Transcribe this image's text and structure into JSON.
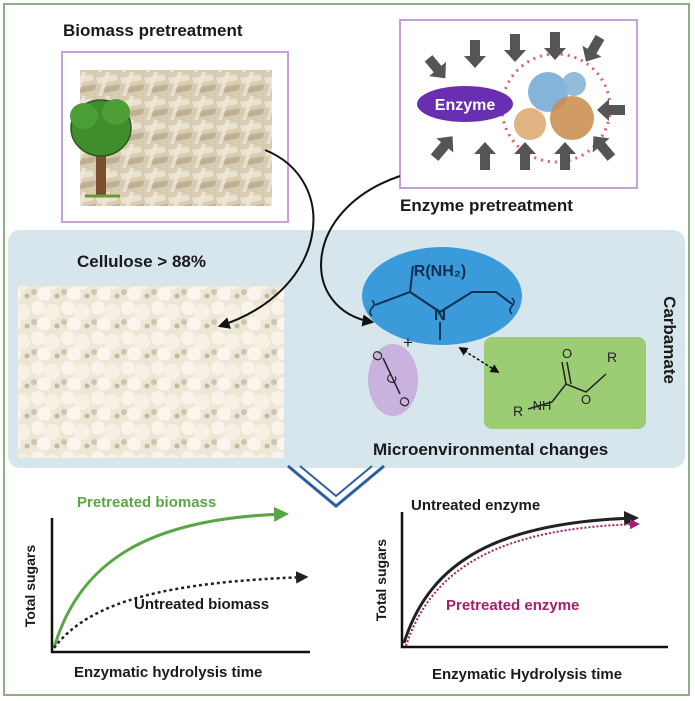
{
  "biomass_pretreatment": {
    "title": "Biomass pretreatment"
  },
  "enzyme_pretreatment": {
    "title": "Enzyme pretreatment",
    "enzyme_label": "Enzyme"
  },
  "middle_panel": {
    "cellulose_label": "Cellulose > 88%",
    "amine_label": "R(NH₂)",
    "amine_n": "N",
    "plus_sign": "+",
    "co2_o1": "O",
    "co2_c": "C",
    "co2_o2": "O",
    "carbamate_title": "Carbamate",
    "carbamate_o_double": "O",
    "carbamate_r_top": "R",
    "carbamate_o_single": "O",
    "carbamate_r_left": "R",
    "carbamate_nh": "NH",
    "microenv_label": "Microenvironmental changes"
  },
  "colors": {
    "panel_bg": "#d6e6ec",
    "amine_oval": "#3b9ad9",
    "co2_oval": "#c9b3de",
    "carbamate_box": "#9ccd75",
    "enzyme_oval": "#6a2fb0",
    "pretreated_biomass_line": "#5aa646",
    "pretreated_enzyme_text": "#a3206f",
    "chevron": "#2a5fa8",
    "frame": "#8fae86",
    "photo_frame": "#c7a0dc"
  },
  "left_plot": {
    "ylabel": "Total sugars",
    "xlabel": "Enzymatic hydrolysis time",
    "series_pretreated": "Pretreated biomass",
    "series_untreated": "Untreated biomass"
  },
  "right_plot": {
    "ylabel": "Total sugars",
    "xlabel": "Enzymatic Hydrolysis time",
    "series_untreated": "Untreated enzyme",
    "series_pretreated": "Pretreated enzyme"
  }
}
